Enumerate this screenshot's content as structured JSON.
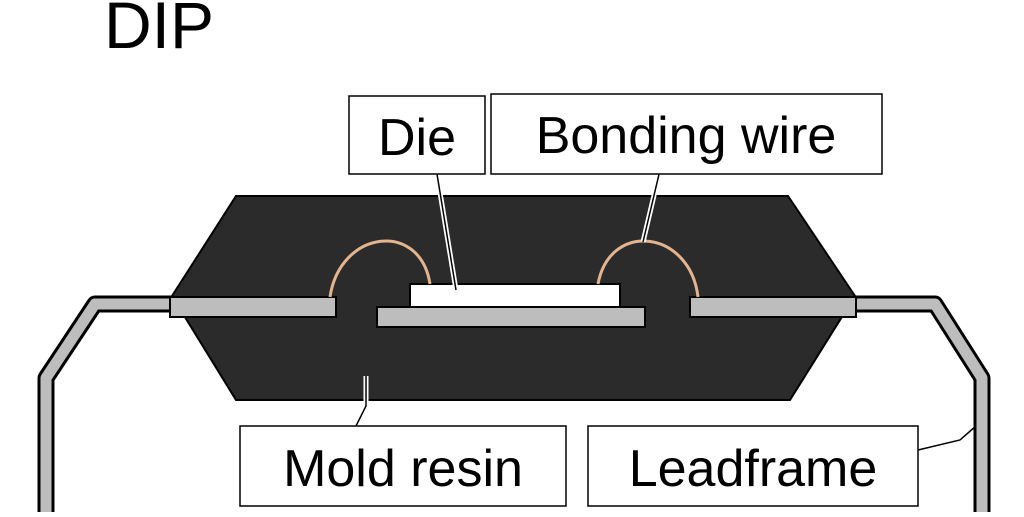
{
  "title": "DIP",
  "labels": {
    "die": "Die",
    "bonding_wire": "Bonding wire",
    "mold_resin": "Mold resin",
    "leadframe": "Leadframe"
  },
  "colors": {
    "mold_resin": "#2b2b2b",
    "leadframe": "#bdbdbd",
    "die": "#ffffff",
    "bonding_wire": "#e3b48e",
    "outline": "#000000",
    "background": "#ffffff"
  }
}
